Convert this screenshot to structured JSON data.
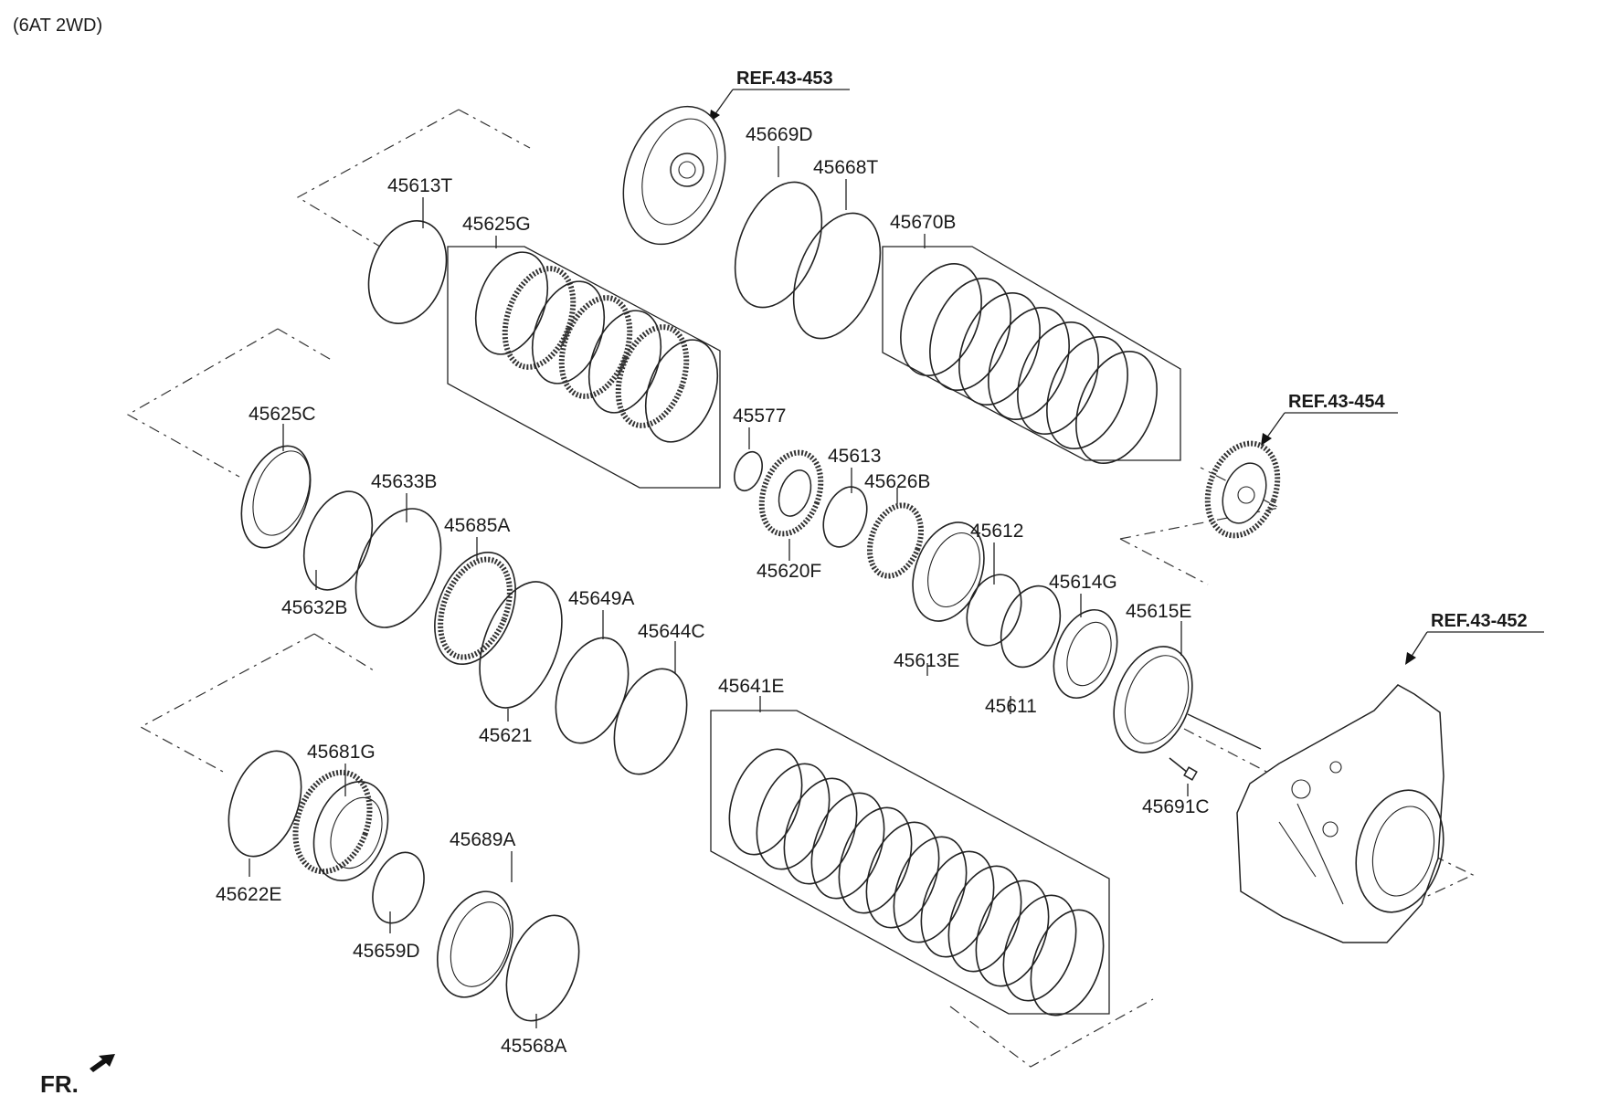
{
  "header": {
    "title": "(6AT 2WD)"
  },
  "direction": {
    "label": "FR."
  },
  "refs": [
    {
      "id": "ref_453",
      "text": "REF.43-453"
    },
    {
      "id": "ref_454",
      "text": "REF.43-454"
    },
    {
      "id": "ref_452",
      "text": "REF.43-452"
    }
  ],
  "parts": [
    {
      "id": "45613T",
      "label": "45613T"
    },
    {
      "id": "45625G",
      "label": "45625G"
    },
    {
      "id": "45669D",
      "label": "45669D"
    },
    {
      "id": "45668T",
      "label": "45668T"
    },
    {
      "id": "45670B",
      "label": "45670B"
    },
    {
      "id": "45625C",
      "label": "45625C"
    },
    {
      "id": "45633B",
      "label": "45633B"
    },
    {
      "id": "45632B",
      "label": "45632B"
    },
    {
      "id": "45685A",
      "label": "45685A"
    },
    {
      "id": "45577",
      "label": "45577"
    },
    {
      "id": "45613",
      "label": "45613"
    },
    {
      "id": "45626B",
      "label": "45626B"
    },
    {
      "id": "45620F",
      "label": "45620F"
    },
    {
      "id": "45612",
      "label": "45612"
    },
    {
      "id": "45614G",
      "label": "45614G"
    },
    {
      "id": "45613E",
      "label": "45613E"
    },
    {
      "id": "45611",
      "label": "45611"
    },
    {
      "id": "45615E",
      "label": "45615E"
    },
    {
      "id": "45649A",
      "label": "45649A"
    },
    {
      "id": "45644C",
      "label": "45644C"
    },
    {
      "id": "45621",
      "label": "45621"
    },
    {
      "id": "45641E",
      "label": "45641E"
    },
    {
      "id": "45681G",
      "label": "45681G"
    },
    {
      "id": "45622E",
      "label": "45622E"
    },
    {
      "id": "45689A",
      "label": "45689A"
    },
    {
      "id": "45659D",
      "label": "45659D"
    },
    {
      "id": "45568A",
      "label": "45568A"
    },
    {
      "id": "45691C",
      "label": "45691C"
    }
  ]
}
